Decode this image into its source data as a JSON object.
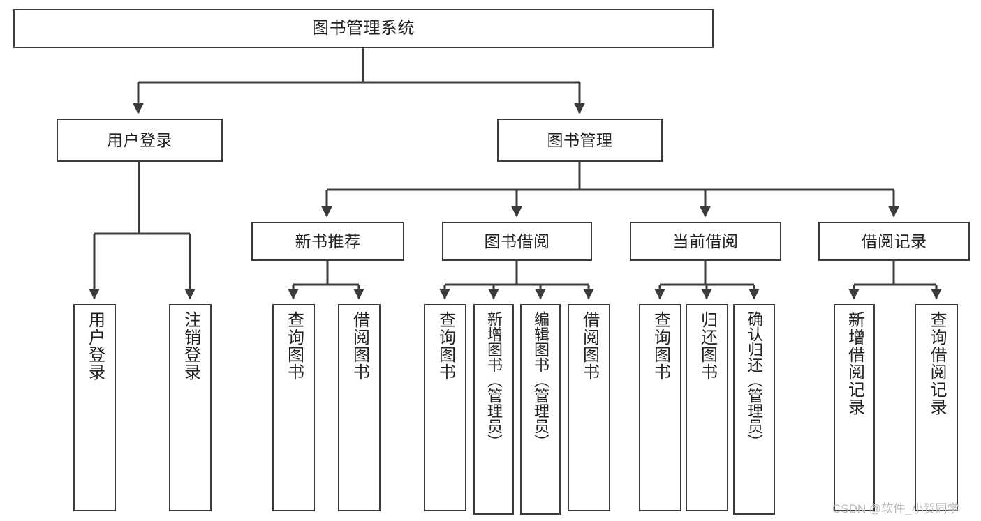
{
  "diagram": {
    "title": "图书管理系统",
    "type": "tree",
    "colors": {
      "box_border": "#3b3b3b",
      "box_fill": "#ffffff",
      "edge": "#3b3b3b",
      "text": "#222222",
      "watermark": "#b9b9b9",
      "background": "#ffffff"
    },
    "root": {
      "label": "图书管理系统"
    },
    "level2": [
      {
        "label": "用户登录"
      },
      {
        "label": "图书管理"
      }
    ],
    "level3": [
      {
        "label": "新书推荐"
      },
      {
        "label": "图书借阅"
      },
      {
        "label": "当前借阅"
      },
      {
        "label": "借阅记录"
      }
    ],
    "leaves": {
      "user_login": [
        {
          "label": "用户登录"
        },
        {
          "label": "注销登录"
        }
      ],
      "new_book_recommend": [
        {
          "label": "查询图书"
        },
        {
          "label": "借阅图书"
        }
      ],
      "book_borrow": [
        {
          "label": "查询图书"
        },
        {
          "label": "新增图书（管理员）"
        },
        {
          "label": "编辑图书（管理员）"
        },
        {
          "label": "借阅图书"
        }
      ],
      "current_borrow": [
        {
          "label": "查询图书"
        },
        {
          "label": "归还图书"
        },
        {
          "label": "确认归还（管理员）"
        }
      ],
      "borrow_record": [
        {
          "label": "新增借阅记录"
        },
        {
          "label": "查询借阅记录"
        }
      ]
    }
  },
  "watermark": {
    "text": "CSDN @软件_小贺同学"
  }
}
